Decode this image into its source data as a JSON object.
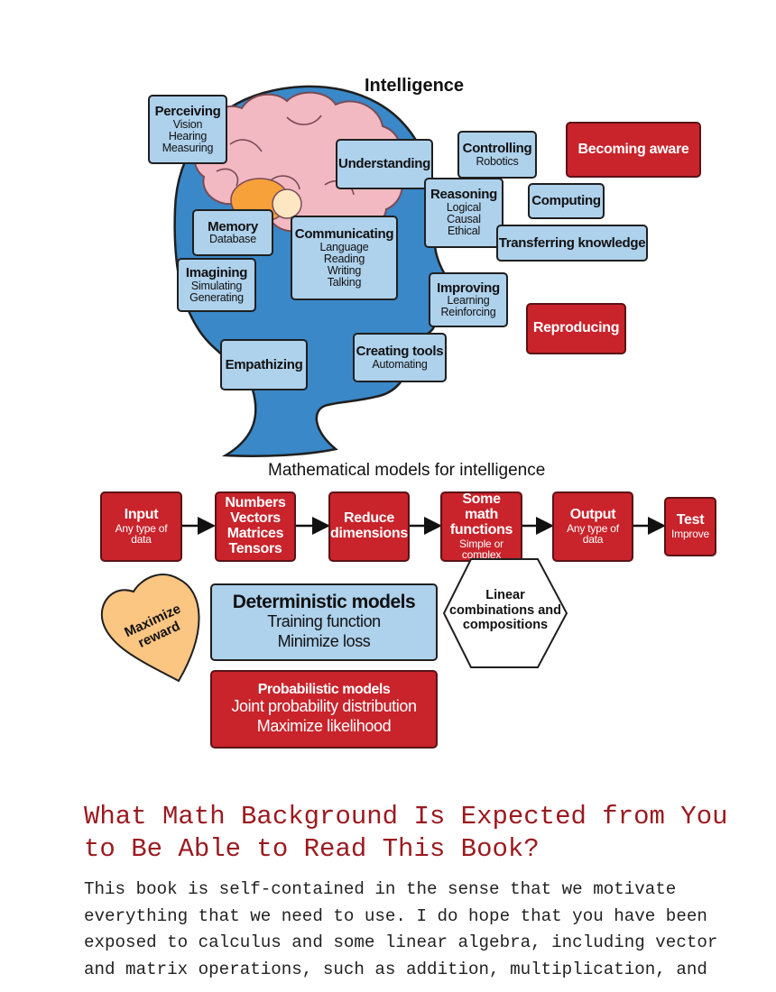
{
  "figure": {
    "intelligence_title": "Intelligence",
    "head_boxes": {
      "perceiving": {
        "title": "Perceiving",
        "lines": [
          "Vision",
          "Hearing",
          "Measuring"
        ]
      },
      "understanding": {
        "title": "Understanding"
      },
      "controlling": {
        "title": "Controlling",
        "lines": [
          "Robotics"
        ]
      },
      "becoming_aware": {
        "title": "Becoming aware"
      },
      "reasoning": {
        "title": "Reasoning",
        "lines": [
          "Logical",
          "Causal",
          "Ethical"
        ]
      },
      "computing": {
        "title": "Computing"
      },
      "memory": {
        "title": "Memory",
        "lines": [
          "Database"
        ]
      },
      "communicating": {
        "title": "Communicating",
        "lines": [
          "Language",
          "Reading",
          "Writing",
          "Talking"
        ]
      },
      "transferring": {
        "title": "Transferring knowledge"
      },
      "imagining": {
        "title": "Imagining",
        "lines": [
          "Simulating",
          "Generating"
        ]
      },
      "improving": {
        "title": "Improving",
        "lines": [
          "Learning",
          "Reinforcing"
        ]
      },
      "reproducing": {
        "title": "Reproducing"
      },
      "creating_tools": {
        "title": "Creating tools",
        "lines": [
          "Automating"
        ]
      },
      "empathizing": {
        "title": "Empathizing"
      }
    },
    "models_title": "Mathematical models for intelligence",
    "flow": {
      "input": {
        "title": "Input",
        "lines": [
          "Any type of",
          "data"
        ]
      },
      "numbers": {
        "lines": [
          "Numbers",
          "Vectors",
          "Matrices",
          "Tensors"
        ]
      },
      "reduce": {
        "lines": [
          "Reduce",
          "dimensions"
        ]
      },
      "math": {
        "lines": [
          "Some math",
          "functions"
        ],
        "sub": [
          "Simple or",
          "complex"
        ]
      },
      "output": {
        "title": "Output",
        "lines": [
          "Any type of",
          "data"
        ]
      },
      "test": {
        "title": "Test",
        "lines": [
          "Improve"
        ]
      }
    },
    "hexagon_lines": [
      "Linear",
      "combinations and",
      "compositions"
    ],
    "heart_lines": [
      "Maximize",
      "reward"
    ],
    "deterministic": {
      "title": "Deterministic models",
      "lines": [
        "Training function",
        "Minimize loss"
      ]
    },
    "probabilistic": {
      "title": "Probabilistic models",
      "lines": [
        "Joint probability distribution",
        "Maximize likelihood"
      ]
    },
    "colors": {
      "light_blue": "#aed1ec",
      "red": "#c9232b",
      "head_blue": "#3a88c8",
      "brain_pink": "#f2b9c2",
      "heart_orange": "#fbc582"
    }
  },
  "section": {
    "heading": "What Math Background Is Expected from You to Be Able to Read This Book?",
    "body": "This book is self-contained in the sense that we motivate\neverything that we need to use. I do hope that you have been\nexposed to calculus and some linear algebra, including vector\nand matrix operations, such as addition, multiplication, and"
  }
}
